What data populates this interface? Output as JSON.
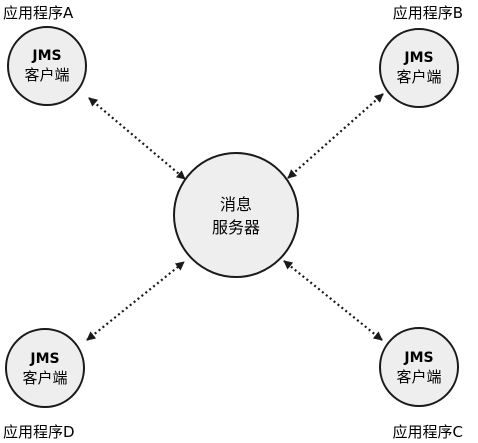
{
  "colors": {
    "node_fill": "#eeeeee",
    "node_stroke": "#1a1a1a",
    "arrow": "#1a1a1a"
  },
  "server": {
    "line1": "消息",
    "line2": "服务器"
  },
  "clients": [
    {
      "id": "a",
      "app_label": "应用程序A",
      "line1": "JMS",
      "line2": "客户端"
    },
    {
      "id": "b",
      "app_label": "应用程序B",
      "line1": "JMS",
      "line2": "客户端"
    },
    {
      "id": "c",
      "app_label": "应用程序C",
      "line1": "JMS",
      "line2": "客户端"
    },
    {
      "id": "d",
      "app_label": "应用程序D",
      "line1": "JMS",
      "line2": "客户端"
    }
  ],
  "connections": [
    {
      "from": "a",
      "to": "server",
      "arrows": "both",
      "style": "dotted"
    },
    {
      "from": "b",
      "to": "server",
      "arrows": "both",
      "style": "dotted"
    },
    {
      "from": "c",
      "to": "server",
      "arrows": "both",
      "style": "dotted"
    },
    {
      "from": "d",
      "to": "server",
      "arrows": "both",
      "style": "dotted"
    }
  ]
}
